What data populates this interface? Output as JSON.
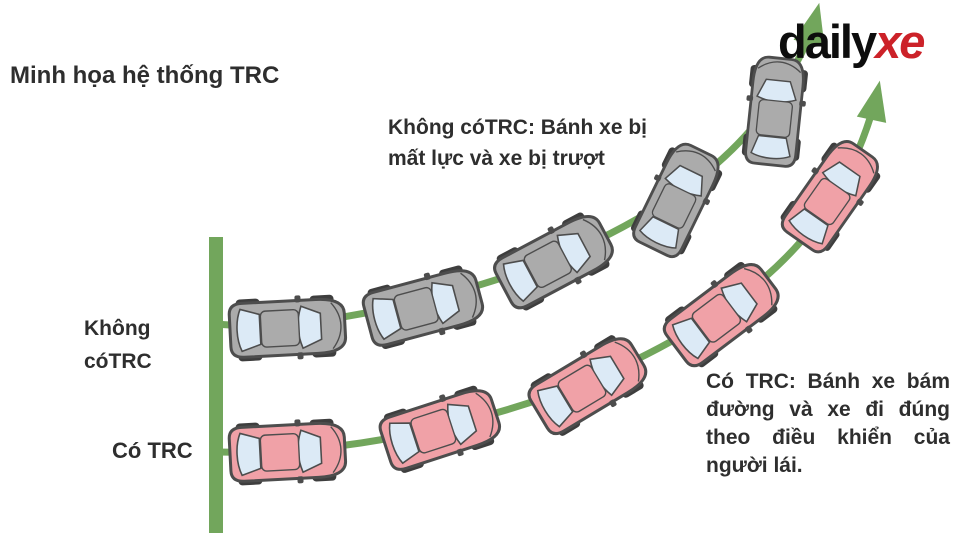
{
  "title": "Minh họa hệ thống TRC",
  "logo": {
    "daily": "daily",
    "xe": "xe"
  },
  "labels": {
    "no_trc": {
      "lines": [
        "Không",
        "cóTRC"
      ]
    },
    "trc": "Có TRC"
  },
  "captions": {
    "no_trc": {
      "lines": [
        "Không cóTRC: Bánh xe bị",
        "mất lực và xe bị trượt"
      ]
    },
    "trc": {
      "lines": [
        "Có TRC: Bánh xe bám",
        "đường và xe đi đúng",
        "theo điều khiển của",
        "người lái."
      ]
    }
  },
  "diagram": {
    "no_trc_car_count": 5,
    "trc_car_count": 5
  },
  "colors": {
    "bg": "#ffffff",
    "curve_green": "#72a65c",
    "car_gray_body": "#ababab",
    "car_pink_body": "#f0a1a7",
    "car_window": "#dceaf6",
    "car_outline": "#4d4d4d",
    "car_wheel": "#3e3e3e",
    "text_dark": "#2e2e2e",
    "logo_black": "#0d0d0d",
    "logo_red": "#cc2229"
  }
}
